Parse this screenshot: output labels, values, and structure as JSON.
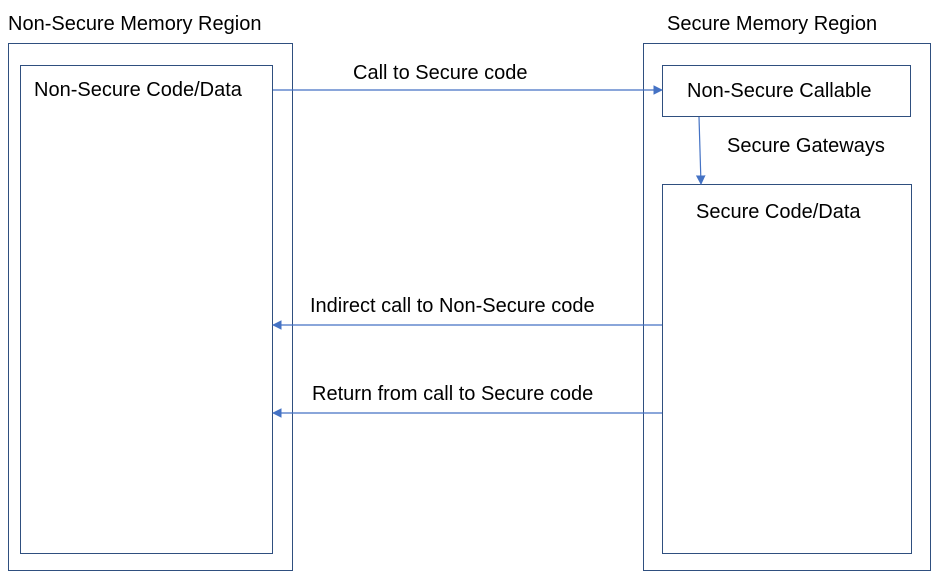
{
  "colors": {
    "border": "#2F4F7F",
    "arrow": "#4472C4",
    "text": "#000000",
    "background": "#FFFFFF"
  },
  "regions": {
    "non_secure": {
      "title": "Non-Secure Memory Region",
      "code_box_label": "Non-Secure Code/Data"
    },
    "secure": {
      "title": "Secure Memory Region",
      "callable_box_label": "Non-Secure Callable",
      "code_box_label": "Secure Code/Data"
    }
  },
  "arrows": {
    "call_to_secure": "Call to Secure code",
    "secure_gateways": "Secure Gateways",
    "indirect_call": "Indirect call to Non-Secure code",
    "return_from_call": "Return from call to Secure code"
  }
}
